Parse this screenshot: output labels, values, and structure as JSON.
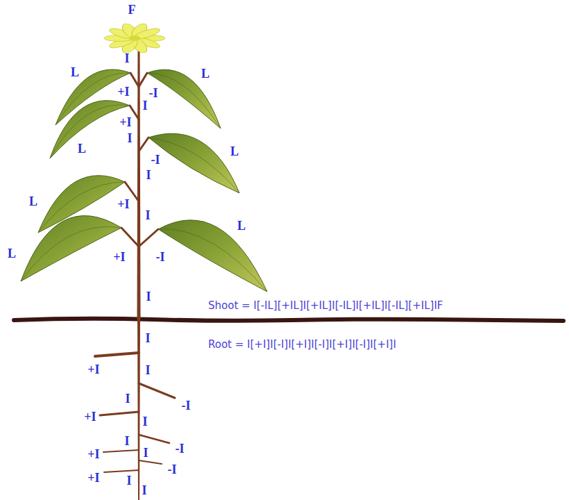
{
  "diagram": {
    "labels": [
      "F",
      "I",
      "L",
      "L",
      "+I",
      "-I",
      "I",
      "+I",
      "I",
      "L",
      "-I",
      "L",
      "I",
      "+I",
      "L",
      "I",
      "L",
      "L",
      "+I",
      "-I",
      "I",
      "Shoot = I[-IL][+IL]I[+IL]I[-IL]I[+IL]I[-IL][+IL]IF",
      "I",
      "Root = I[+I]I[-I]I[+I]I[-I]I[+I]I[-I]I[+I]I",
      "+I",
      "I",
      "I",
      "-I",
      "+I",
      "I",
      "I",
      "-I",
      "+I",
      "I",
      "-I",
      "I",
      "+I",
      "I"
    ]
  }
}
